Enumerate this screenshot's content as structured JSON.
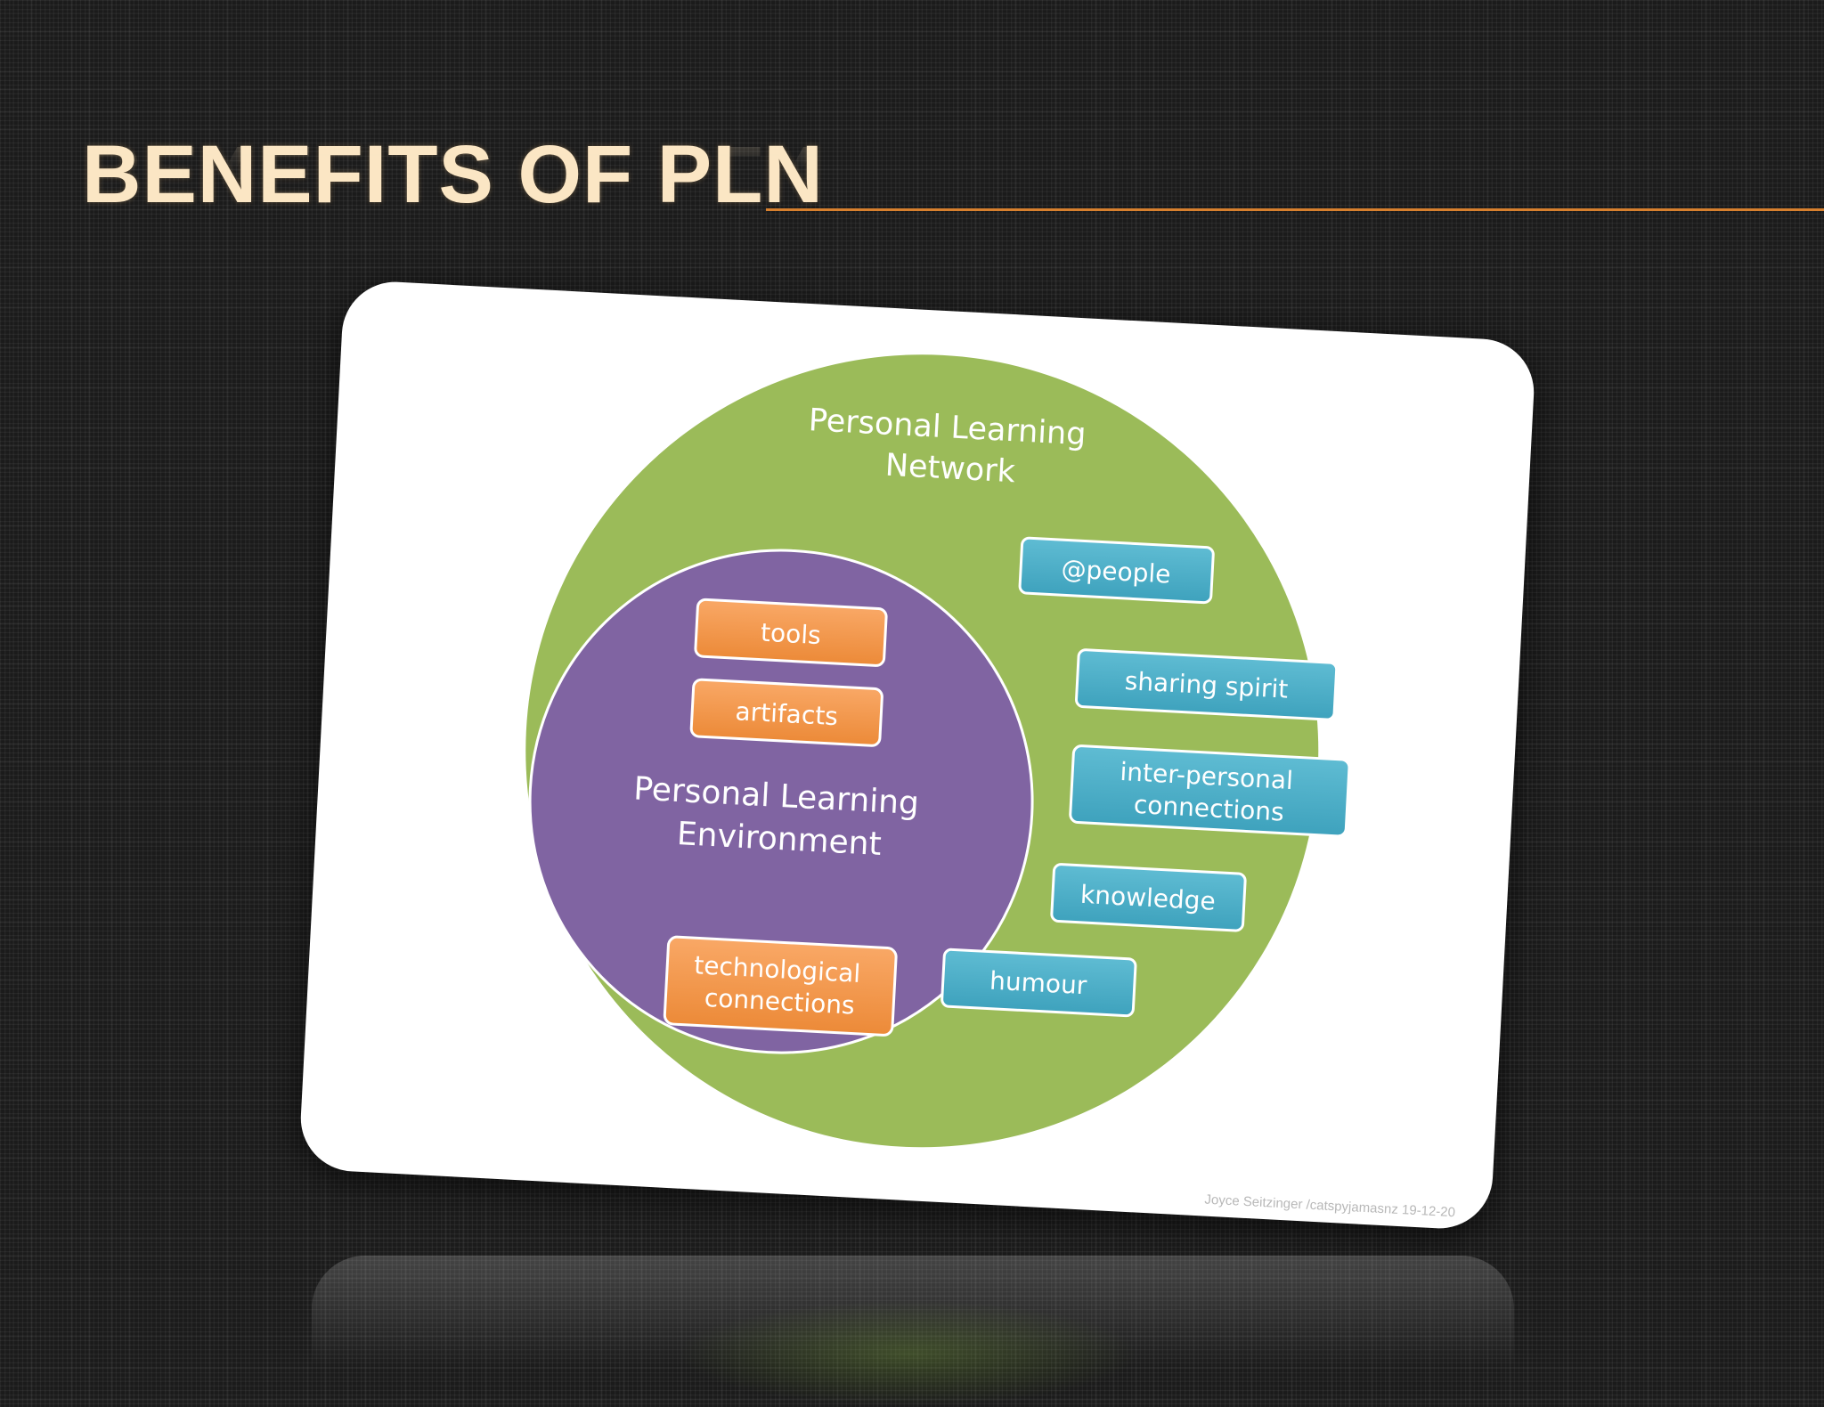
{
  "slide": {
    "title": "BENEFITS OF PLN"
  },
  "diagram": {
    "outer_label": [
      "Personal Learning",
      "Network"
    ],
    "inner_label": [
      "Personal Learning",
      "Environment"
    ],
    "orange_items": [
      [
        "tools"
      ],
      [
        "artifacts"
      ],
      [
        "technological",
        "connections"
      ]
    ],
    "blue_items": [
      [
        "@people"
      ],
      [
        "sharing spirit"
      ],
      [
        "inter-personal",
        "connections"
      ],
      [
        "knowledge"
      ],
      [
        "humour"
      ]
    ],
    "credit": "Joyce Seitzinger /catspyjamasnz 19-12-20"
  },
  "colors": {
    "green": "#9bbb59",
    "purple": "#8064a2",
    "orange": "#f79646",
    "blue": "#4bacc6",
    "title": "#fbe6c4",
    "rule": "#d7802e"
  }
}
